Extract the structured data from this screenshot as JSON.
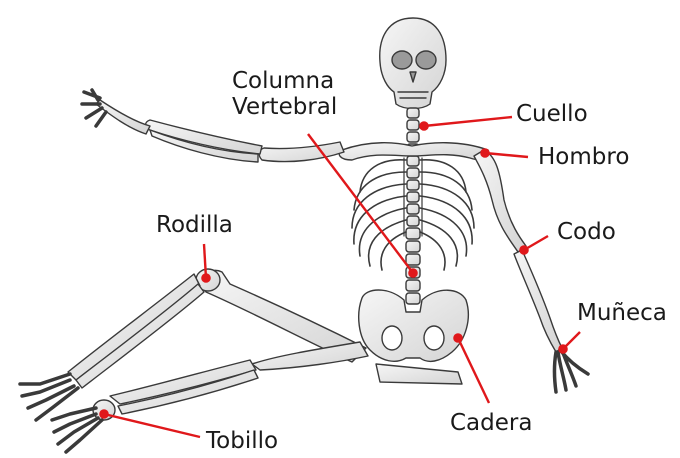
{
  "labels": {
    "columna": [
      "Columna",
      "Vertebral"
    ],
    "cuello": "Cuello",
    "hombro": "Hombro",
    "codo": "Codo",
    "rodilla": "Rodilla",
    "muneca": "Muñeca",
    "cadera": "Cadera",
    "tobillo": "Tobillo"
  },
  "colors": {
    "bone_fill": "#ececec",
    "bone_stroke": "#3a3a3a",
    "pointer": "#e0181b"
  }
}
